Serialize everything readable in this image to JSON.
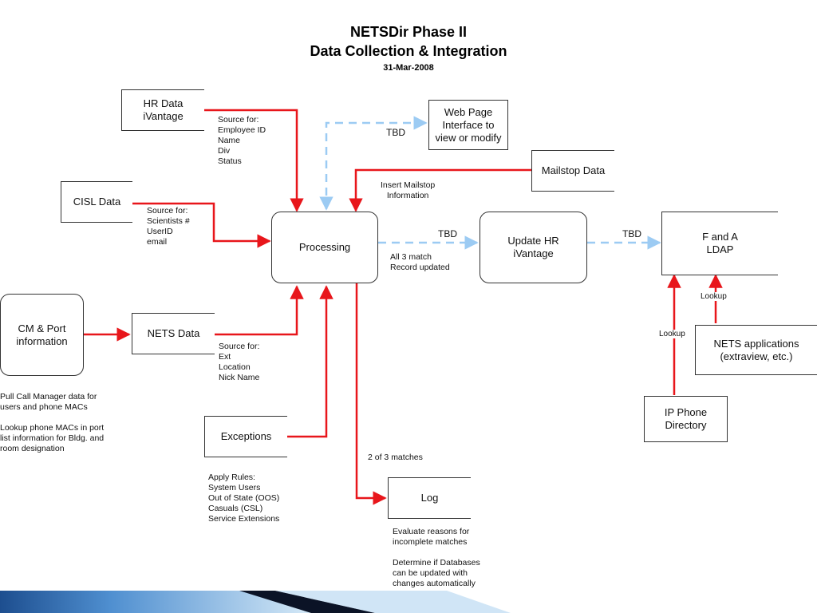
{
  "title": {
    "line1": "NETSDir Phase II",
    "line2": "Data Collection & Integration",
    "date": "31-Mar-2008"
  },
  "nodes": {
    "hr_data": "HR Data\niVantage",
    "web_page": "Web Page\nInterface to\nview or modify",
    "mailstop": "Mailstop Data",
    "cisl_data": "CISL Data",
    "processing": "Processing",
    "update_hr": "Update HR\niVantage",
    "fanda_ldap": "F and A\nLDAP",
    "cm_port": "CM & Port\ninformation",
    "nets_data": "NETS Data",
    "nets_apps": "NETS applications\n(extraview, etc.)",
    "exceptions": "Exceptions",
    "ip_phone": "IP Phone\nDirectory",
    "log": "Log"
  },
  "notes": {
    "hr_source": "Source for:\nEmployee ID\nName\nDiv\nStatus",
    "cisl_source": "Source for:\nScientists #\nUserID\nemail",
    "nets_source": "Source for:\nExt\nLocation\nNick Name",
    "mailstop_insert": "Insert Mailstop\nInformation",
    "all3": "All 3 match\nRecord updated",
    "cm_desc": "Pull Call Manager data for\nusers and phone MACs\n\nLookup phone MACs in port\nlist information for Bldg. and\nroom designation",
    "rules": "Apply Rules:\nSystem Users\nOut of State (OOS)\nCasuals (CSL)\nService Extensions",
    "two_of_three": "2 of 3 matches",
    "log_eval": "Evaluate reasons for\nincomplete matches\n\nDetermine if Databases\ncan be updated with\nchanges automatically"
  },
  "edge_labels": {
    "tbd_web": "TBD",
    "tbd_update": "TBD",
    "tbd_ldap": "TBD",
    "lookup_apps": "Lookup",
    "lookup_phone": "Lookup"
  },
  "colors": {
    "flow": "#e8161b",
    "tbd": "#9ccbf3",
    "stroke": "#333333",
    "footer_dark": "#0b1326",
    "footer_blue": "#1d4e8f",
    "footer_light": "#a9cfee"
  }
}
